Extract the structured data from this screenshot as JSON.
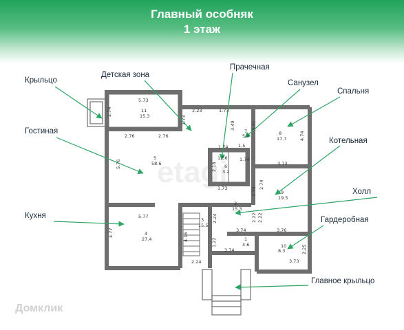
{
  "header": {
    "title_line1": "Главный особняк",
    "title_line2": "1 этаж"
  },
  "labels": {
    "porch": "Крыльцо",
    "kids": "Детская зона",
    "laundry": "Прачечная",
    "bath": "Санузел",
    "bedroom": "Спальня",
    "living": "Гостиная",
    "boiler": "Котельная",
    "hall": "Холл",
    "kitchen": "Кухня",
    "wardrobe": "Гардеробная",
    "main_porch": "Главное крыльцо"
  },
  "rooms": {
    "r11": {
      "num": "11",
      "area": "15.3"
    },
    "r8": {
      "num": "8",
      "area": "17.7"
    },
    "r5": {
      "num": "5",
      "area": "58.6"
    },
    "r6": {
      "num": "6",
      "area": "3.2"
    },
    "r9": {
      "num": "9",
      "area": "19.5"
    },
    "r7": {
      "num": "7",
      "area": "5.0"
    },
    "r4": {
      "num": "4",
      "area": "27.4"
    },
    "r3": {
      "num": "3",
      "area": "15.5"
    },
    "r2": {
      "num": "2",
      "area": "15.3"
    },
    "r1": {
      "num": "1",
      "area": "4.6"
    },
    "r10": {
      "num": "10",
      "area": "8.3"
    }
  },
  "dims": {
    "d573": "5.73",
    "d274": "2.74",
    "d276a": "2.76",
    "d276b": "2.76",
    "d223": "2.23",
    "d173a": "1.73",
    "d349": "3.49",
    "d331": "3.31",
    "d474": "4.74",
    "d576": "5.76",
    "d173b": "1.73",
    "d174a": "1.74",
    "d174b": "1.74",
    "d15": "1.5",
    "d218": "2.18",
    "d373a": "3.73",
    "d274b": "2.74",
    "d173c": "1.73",
    "d273": "2.73",
    "d577": "5.77",
    "d477": "4.77",
    "d416": "4.16",
    "d224a": "2.24",
    "d374a": "3.74",
    "d376": "3.76",
    "d222a": "2.22",
    "d222b": "2.22",
    "d225": "2.25",
    "d374b": "3.74",
    "d373b": "3.73",
    "d224b": "2.24",
    "d122": "1.22",
    "d156": "1.56"
  },
  "watermark": "etagi",
  "brand": "Домклик"
}
